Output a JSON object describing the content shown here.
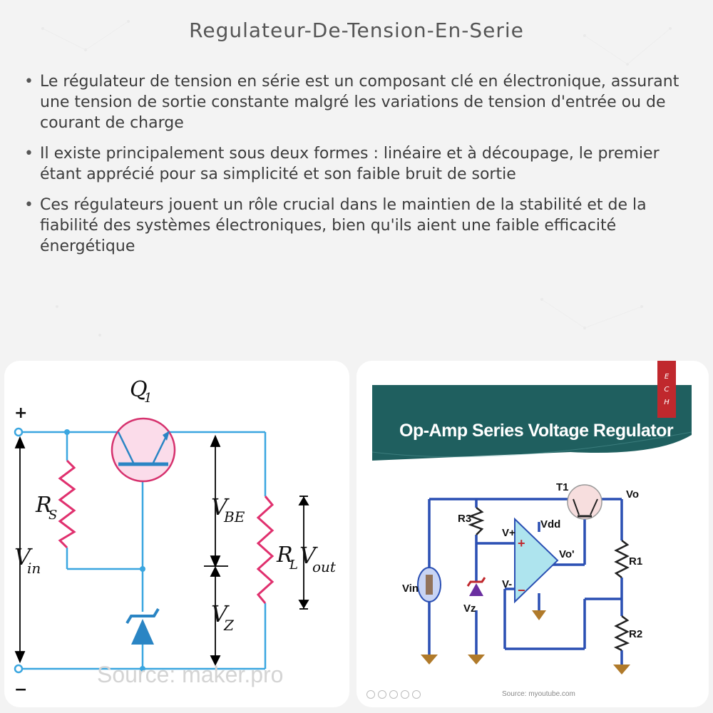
{
  "page": {
    "title": "Regulateur-De-Tension-En-Serie",
    "bullets": [
      "Le régulateur de tension en série est un composant clé en électronique, assurant une tension de sortie constante malgré les variations de tension d'entrée ou de courant de charge",
      "Il existe principalement sous deux formes : linéaire et à découpage, le premier étant apprécié pour sa simplicité et son faible bruit de sortie",
      "Ces régulateurs jouent un rôle crucial dans le maintien de la stabilité et de la fiabilité des systèmes électroniques, bien qu'ils aient une faible efficacité énergétique"
    ]
  },
  "left_image": {
    "labels": {
      "q1": "Q",
      "q1_sub": "1",
      "plus": "+",
      "minus": "−",
      "rs": "R",
      "rs_sub": "S",
      "vin": "V",
      "vin_sub": "in",
      "vbe": "V",
      "vbe_sub": "BE",
      "vz": "V",
      "vz_sub": "Z",
      "rl": "R",
      "rl_sub": "L",
      "vout": "V",
      "vout_sub": "out"
    },
    "source": "Source: maker.pro",
    "colors": {
      "wire": "#3aa6e0",
      "transistor_fill": "#fbdcea",
      "transistor_stroke": "#d6326e",
      "resistor": "#e0306e"
    }
  },
  "right_image": {
    "banner_title": "Op-Amp Series Voltage Regulator",
    "badge": [
      "E",
      "C",
      "H"
    ],
    "labels": {
      "t1": "T1",
      "vo": "Vo",
      "r3": "R3",
      "vdd": "Vdd",
      "vplus": "V+",
      "vo_prime": "Vo'",
      "r1": "R1",
      "vin": "Vin",
      "vminus": "V-",
      "vz": "Vz",
      "r2": "R2",
      "opamp_plus": "+",
      "opamp_minus": "−"
    },
    "source": "Source: myoutube.com",
    "colors": {
      "banner": "#1f5f5f",
      "wire": "#2a4fb3",
      "opamp": "#aee4ee",
      "ground": "#b07a2a"
    }
  }
}
